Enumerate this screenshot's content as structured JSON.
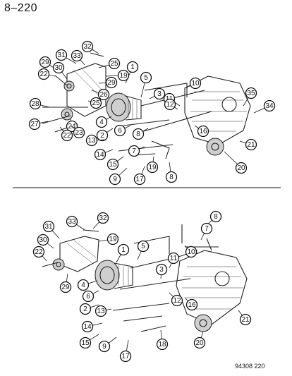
{
  "page": {
    "title": "8–220",
    "figure_code": "94308 220"
  },
  "upper_view": {
    "callouts": [
      "32",
      "31",
      "33",
      "29",
      "30",
      "22",
      "25",
      "19",
      "26",
      "1",
      "5",
      "3",
      "10",
      "11",
      "35",
      "34",
      "28",
      "24",
      "29",
      "25",
      "27",
      "22",
      "23",
      "4",
      "2",
      "6",
      "8",
      "12",
      "16",
      "21",
      "13",
      "14",
      "15",
      "7",
      "19",
      "9",
      "17",
      "8",
      "20"
    ]
  },
  "lower_view": {
    "callouts": [
      "33",
      "32",
      "31",
      "19",
      "30",
      "22",
      "29",
      "1",
      "5",
      "8",
      "7",
      "10",
      "11",
      "3",
      "4",
      "6",
      "2",
      "13",
      "12",
      "16",
      "14",
      "15",
      "9",
      "17",
      "18",
      "20",
      "21"
    ]
  },
  "colors": {
    "ink": "#111111",
    "paper": "#ffffff",
    "shade": "#cfcfcf"
  }
}
